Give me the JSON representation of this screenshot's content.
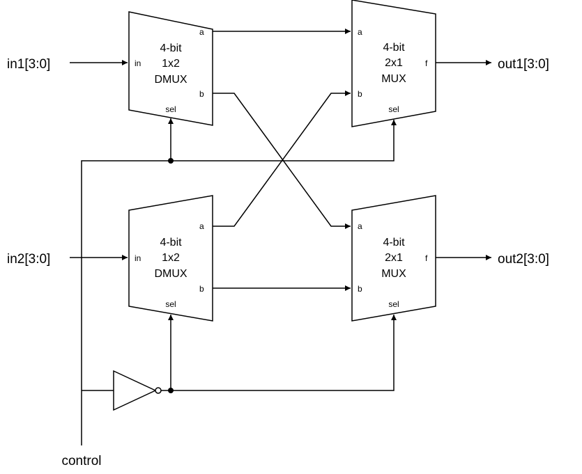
{
  "signals": {
    "in1": "in1[3:0]",
    "in2": "in2[3:0]",
    "out1": "out1[3:0]",
    "out2": "out2[3:0]",
    "control": "control"
  },
  "dmux_top": {
    "line1": "4-bit",
    "line2": "1x2",
    "line3": "DMUX",
    "port_in": "in",
    "port_a": "a",
    "port_b": "b",
    "port_sel": "sel"
  },
  "dmux_bottom": {
    "line1": "4-bit",
    "line2": "1x2",
    "line3": "DMUX",
    "port_in": "in",
    "port_a": "a",
    "port_b": "b",
    "port_sel": "sel"
  },
  "mux_top": {
    "line1": "4-bit",
    "line2": "2x1",
    "line3": "MUX",
    "port_a": "a",
    "port_b": "b",
    "port_f": "f",
    "port_sel": "sel"
  },
  "mux_bottom": {
    "line1": "4-bit",
    "line2": "2x1",
    "line3": "MUX",
    "port_a": "a",
    "port_b": "b",
    "port_f": "f",
    "port_sel": "sel"
  }
}
